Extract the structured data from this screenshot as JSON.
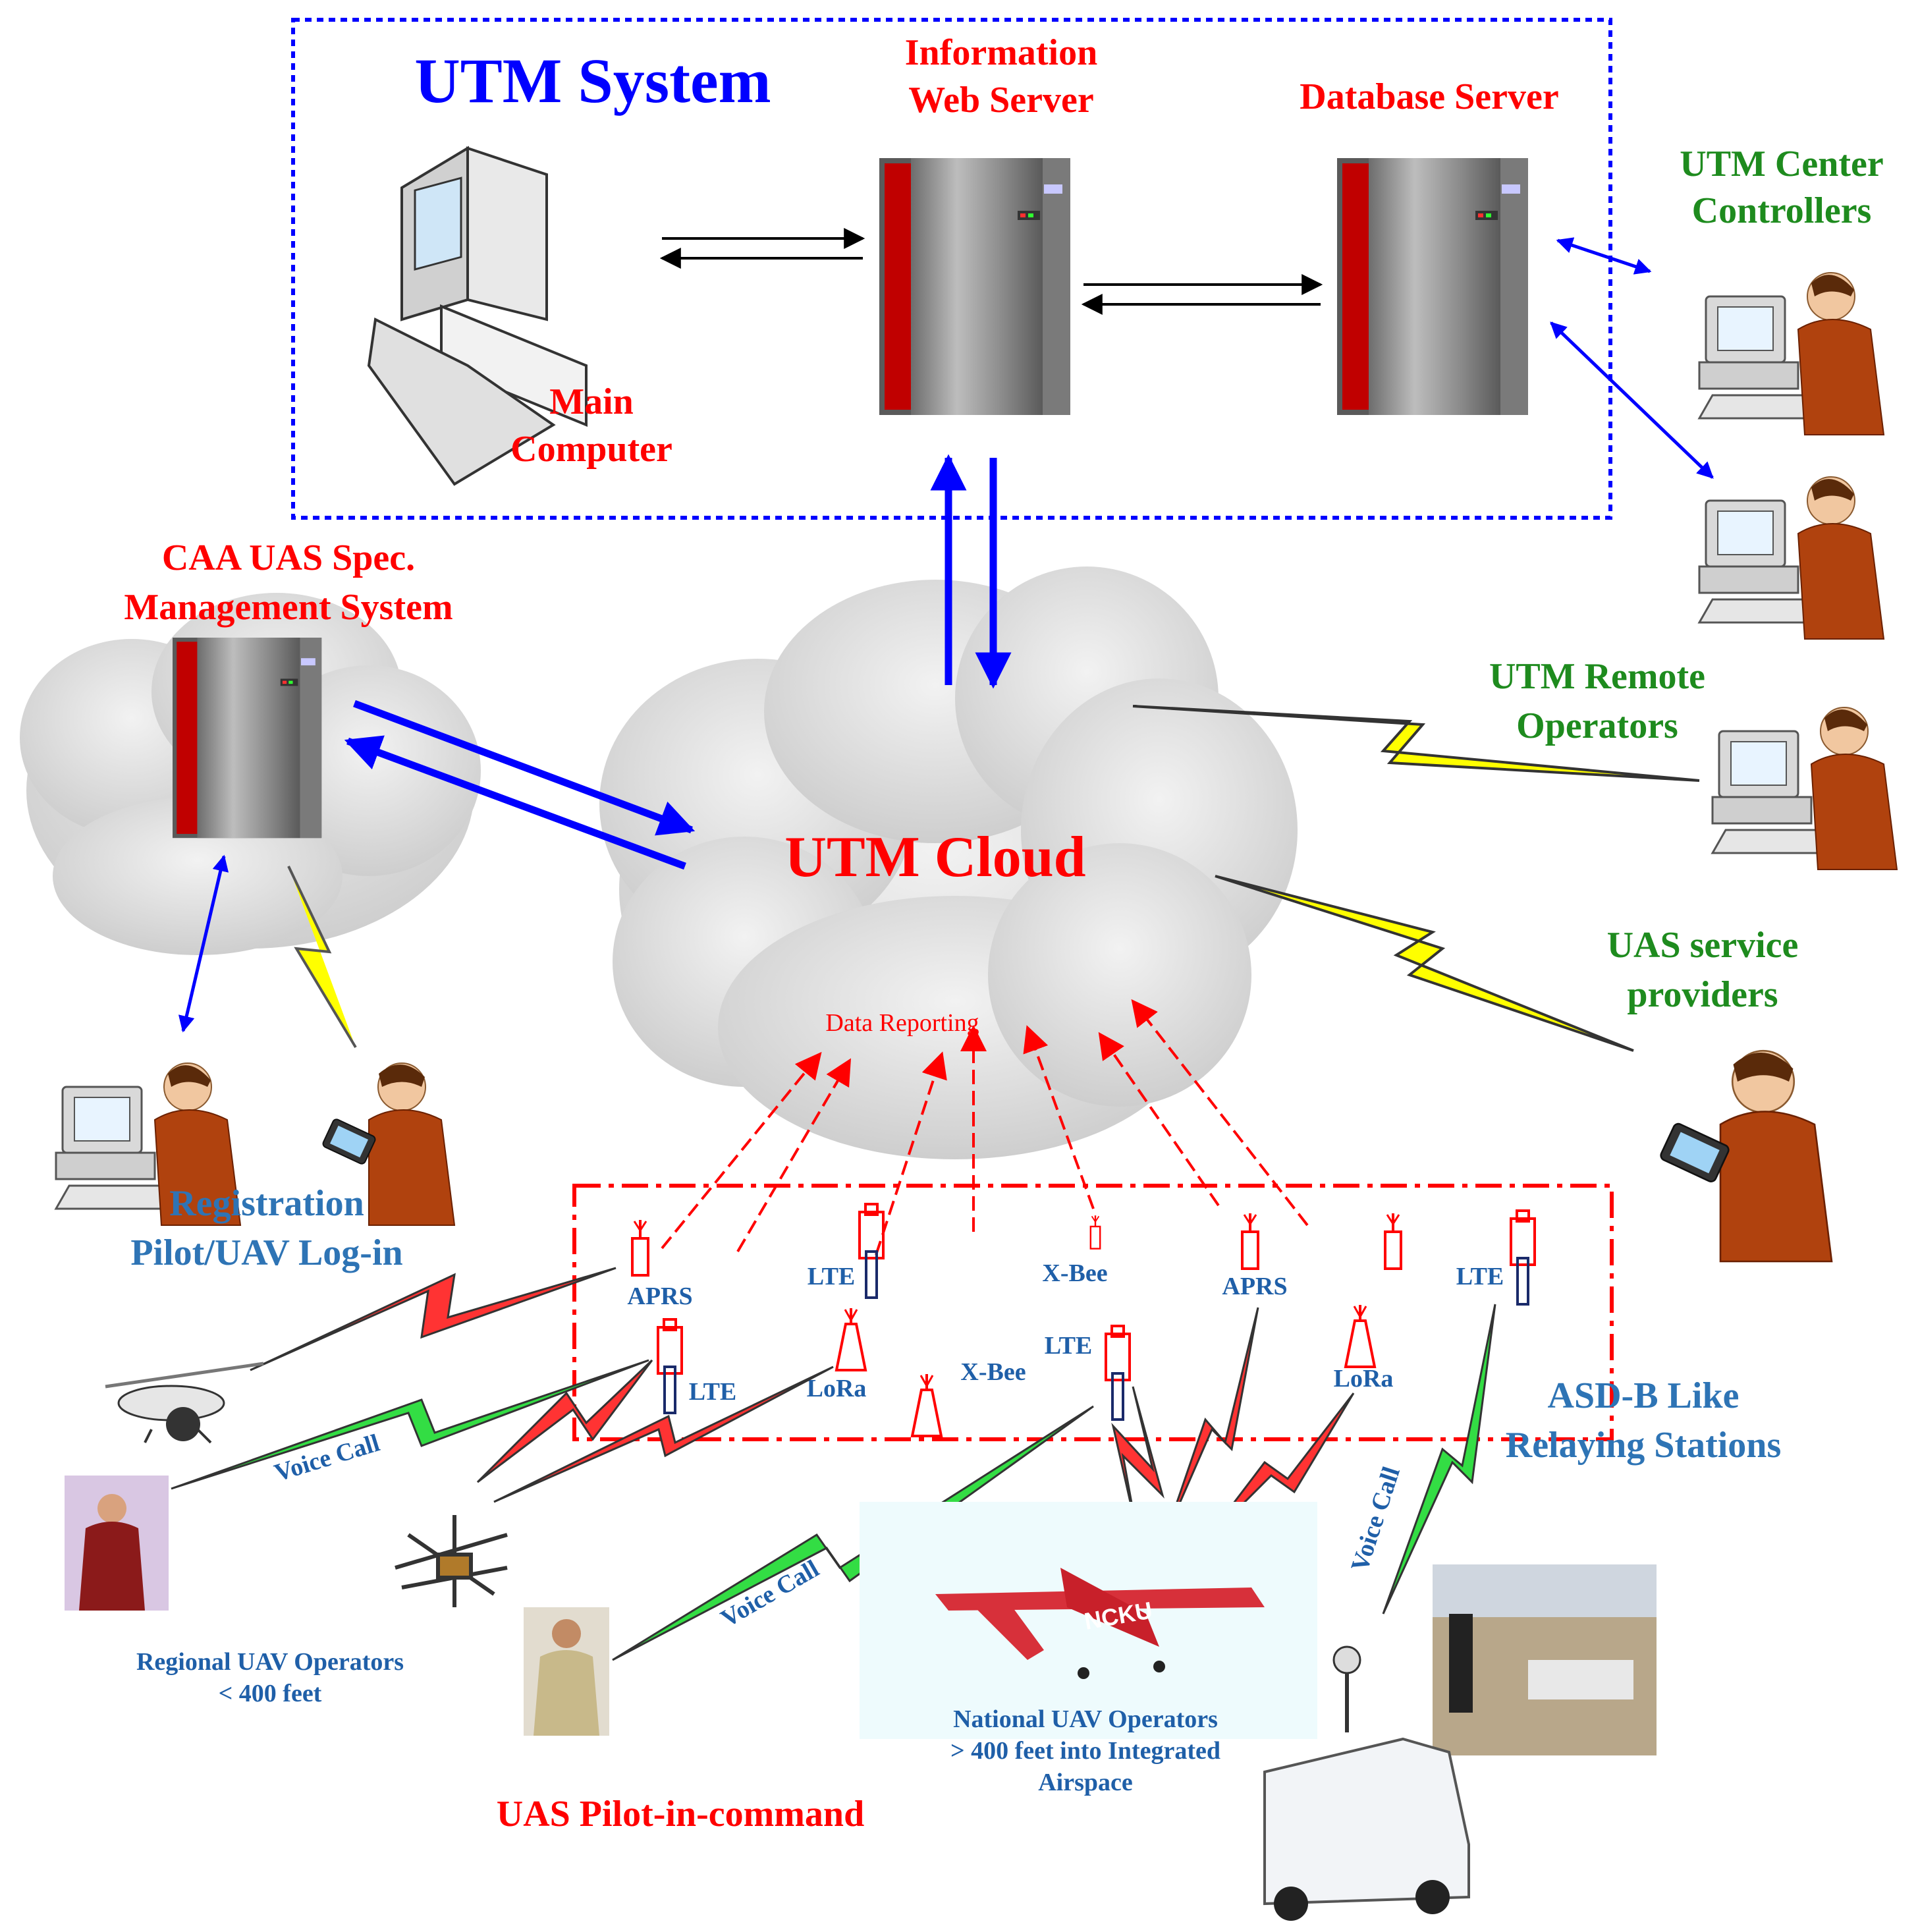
{
  "utm_system": {
    "title": "UTM System",
    "info_server": [
      "Information",
      "Web Server"
    ],
    "database_server": "Database Server",
    "main_computer": [
      "Main",
      "Computer"
    ]
  },
  "utm_center_controllers": [
    "UTM Center",
    "Controllers"
  ],
  "caa": [
    "CAA UAS Spec.",
    "Management System"
  ],
  "utm_cloud": "UTM Cloud",
  "data_reporting": "Data Reporting",
  "utm_remote_operators": [
    "UTM Remote",
    "Operators"
  ],
  "uas_service_providers": [
    "UAS service",
    "providers"
  ],
  "registration": [
    "Registration",
    "Pilot/UAV Log-in"
  ],
  "relay_stations": [
    "ASD-B Like",
    "Relaying Stations"
  ],
  "station_labels": {
    "aprs_1": "APRS",
    "lte_1": "LTE",
    "xbee_1": "X-Bee",
    "aprs_2": "APRS",
    "lte_2": "LTE",
    "lte_3": "LTE",
    "lora_1": "LoRa",
    "xbee_2": "X-Bee",
    "lte_4": "LTE",
    "lora_2": "LoRa"
  },
  "voice_call": "Voice Call",
  "regional_operators": [
    "Regional UAV Operators",
    "< 400 feet"
  ],
  "national_operators": [
    "National UAV Operators",
    "> 400 feet into Integrated",
    "Airspace"
  ],
  "pilot_in_command": "UAS Pilot-in-command",
  "uav_marking": "NCKU",
  "colors": {
    "red": "#ff0000",
    "blue": "#0000ff",
    "green_label": "#1e8b1e",
    "steel_label": "#2e74b5",
    "cloud": "#d6d6d6",
    "lightning_yellow": "#ffff00",
    "lightning_red": "#ff3333",
    "lightning_green": "#33dd44"
  }
}
